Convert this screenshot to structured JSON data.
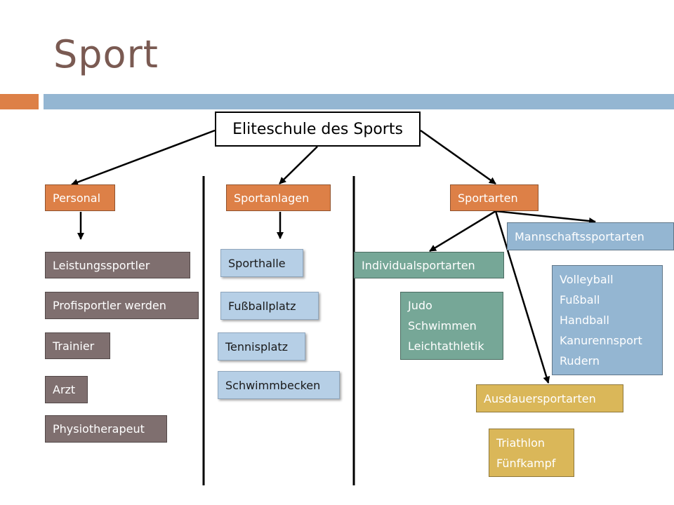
{
  "title": "Sport",
  "root": "Eliteschule des Sports",
  "personal": {
    "label": "Personal",
    "items": [
      "Leistungssportler",
      "Profisportler werden",
      "Trainier",
      "Arzt",
      "Physiotherapeut"
    ]
  },
  "sportanlagen": {
    "label": "Sportanlagen",
    "items": [
      "Sporthalle",
      "Fußballplatz",
      "Tennisplatz",
      "Schwimmbecken"
    ]
  },
  "sportarten": {
    "label": "Sportarten",
    "mannschaft": {
      "label": "Mannschaftssportarten",
      "items": [
        "Volleyball",
        "Fußball",
        "Handball",
        "Kanurennsport",
        "Rudern"
      ]
    },
    "individual": {
      "label": "Individualsportarten",
      "items": [
        "Judo",
        "Schwimmen",
        "Leichtathletik"
      ]
    },
    "ausdauer": {
      "label": "Ausdauersportarten",
      "items": [
        "Triathlon",
        "Fünfkampf"
      ]
    }
  },
  "colors": {
    "orange": "#dd8047",
    "blue": "#94b6d2",
    "grey": "#7f6f6f",
    "teal": "#76a797",
    "gold": "#dab759",
    "light_blue": "#b6cfe6",
    "title": "#7a5a52"
  }
}
